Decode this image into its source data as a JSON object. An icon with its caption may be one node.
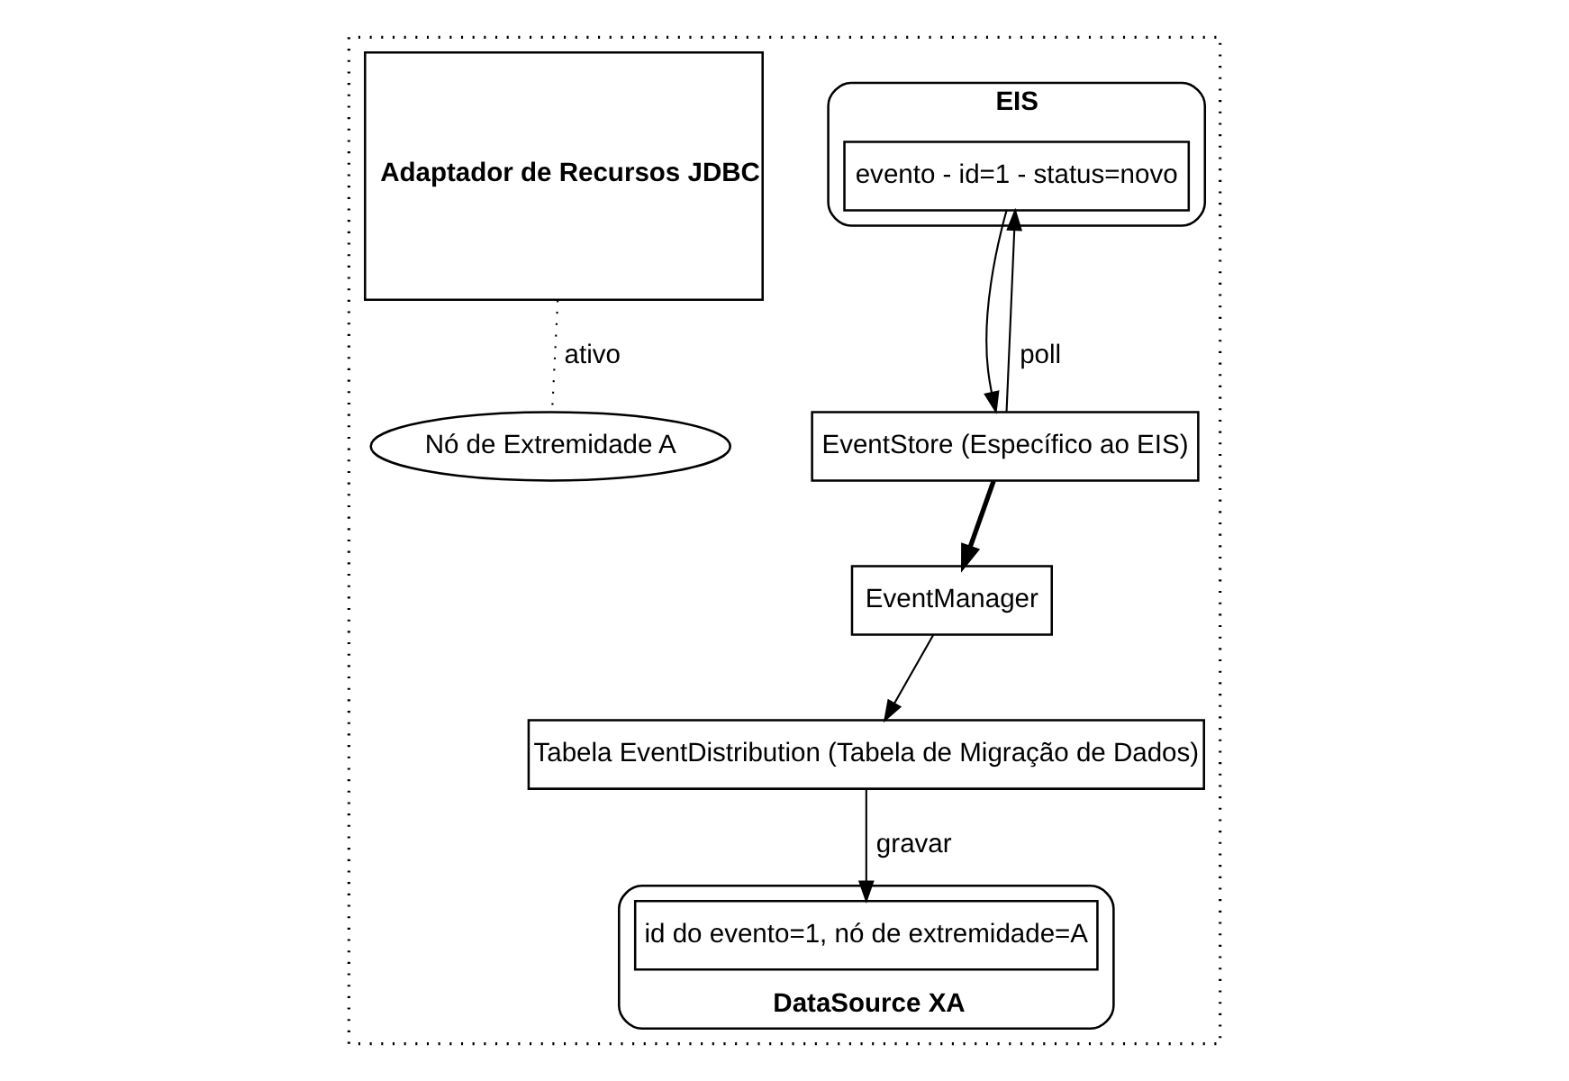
{
  "diagram": {
    "nodes": [
      {
        "text": [],
        "shape": "box"
      },
      {
        "text": [
          "EIS"
        ],
        "in": 0
      },
      {
        "text": [
          "evento - id=1 - status=novo"
        ],
        "in": 1
      },
      {
        "text": [
          "EventStore (Específico ao EIS)"
        ],
        "in": 0
      },
      {
        "text": [
          "EventManager"
        ],
        "in": 0
      },
      {
        "text": [
          "DataSource XA"
        ],
        "in": 0
      },
      {
        "text": [
          "id do evento=1, nó de extremidade=A"
        ],
        "in": 5
      },
      {
        "text": [
          "Tabela EventDistribution (Tabela de Migração de Dados)"
        ],
        "in": 0
      },
      {
        "text": [
          "Adaptador de Recursos JDBC"
        ],
        "in": 0
      },
      {
        "text": [
          "Nó de Extremidade A"
        ],
        "in": 0
      }
    ],
    "edges": [
      {
        "from": 3,
        "to": 2,
        "arrow": "to",
        "label": "poll"
      },
      {
        "from": 2,
        "to": 3,
        "arrow": "to"
      },
      {
        "from": 3,
        "to": 4,
        "arrow": "to",
        "style": "thick"
      },
      {
        "from": 4,
        "to": 7,
        "arrow": "to"
      },
      {
        "from": 7,
        "to": 6,
        "arrow": "to",
        "label": "gravar"
      },
      {
        "from": 8,
        "to": 9,
        "arrow": "none",
        "label": "ativo",
        "style": "dashed"
      }
    ]
  }
}
